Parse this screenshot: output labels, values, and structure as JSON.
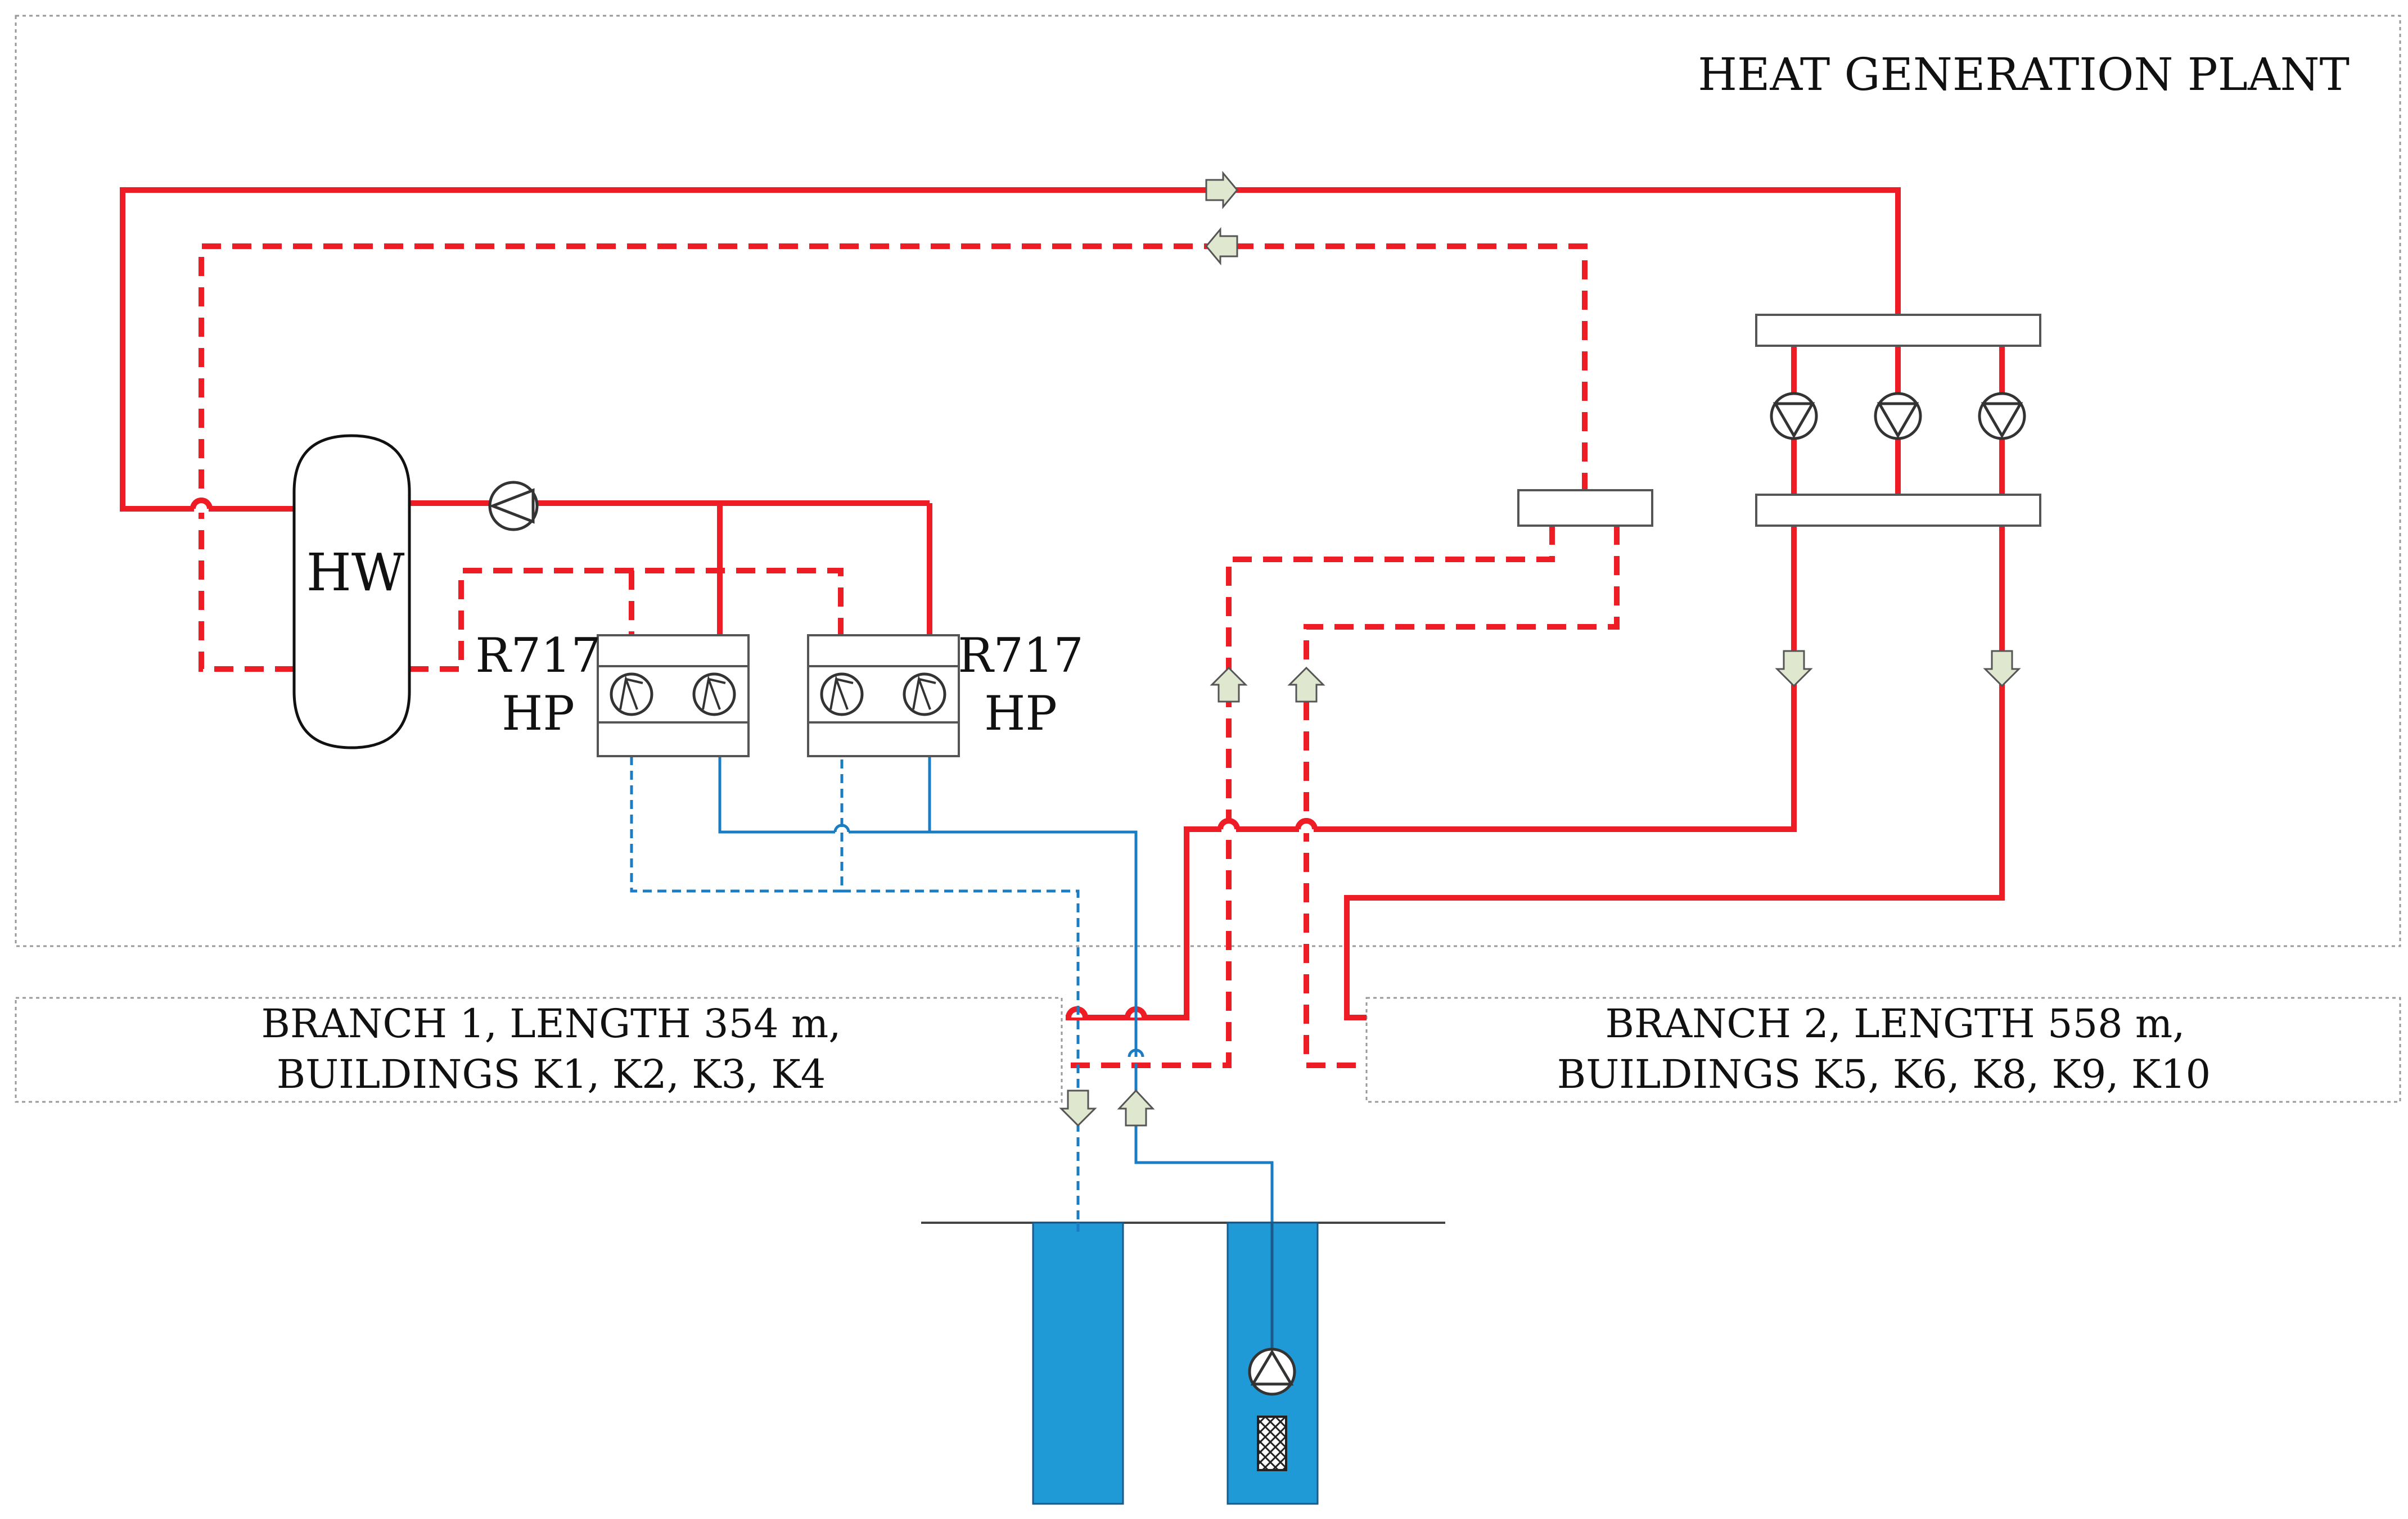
{
  "plant": {
    "title": "HEAT GENERATION PLANT"
  },
  "tank": {
    "label": "HW"
  },
  "heat_pumps": [
    {
      "line1": "R717",
      "line2": "HP"
    },
    {
      "line1": "R717",
      "line2": "HP"
    }
  ],
  "branches": [
    {
      "line1": "BRANCH 1, LENGTH 354 m,",
      "line2": "BUILDINGS K1, K2, K3, K4"
    },
    {
      "line1": "BRANCH 2, LENGTH 558 m,",
      "line2": "BUILDINGS K5, K6, K8, K9, K10"
    }
  ],
  "colors": {
    "hot_water": "#ee1c24",
    "ground_water": "#1a7dc4",
    "well": "#1f9ad6",
    "arrow_fill": "#dfe7cf",
    "outline": "#333333",
    "border": "#999999"
  }
}
